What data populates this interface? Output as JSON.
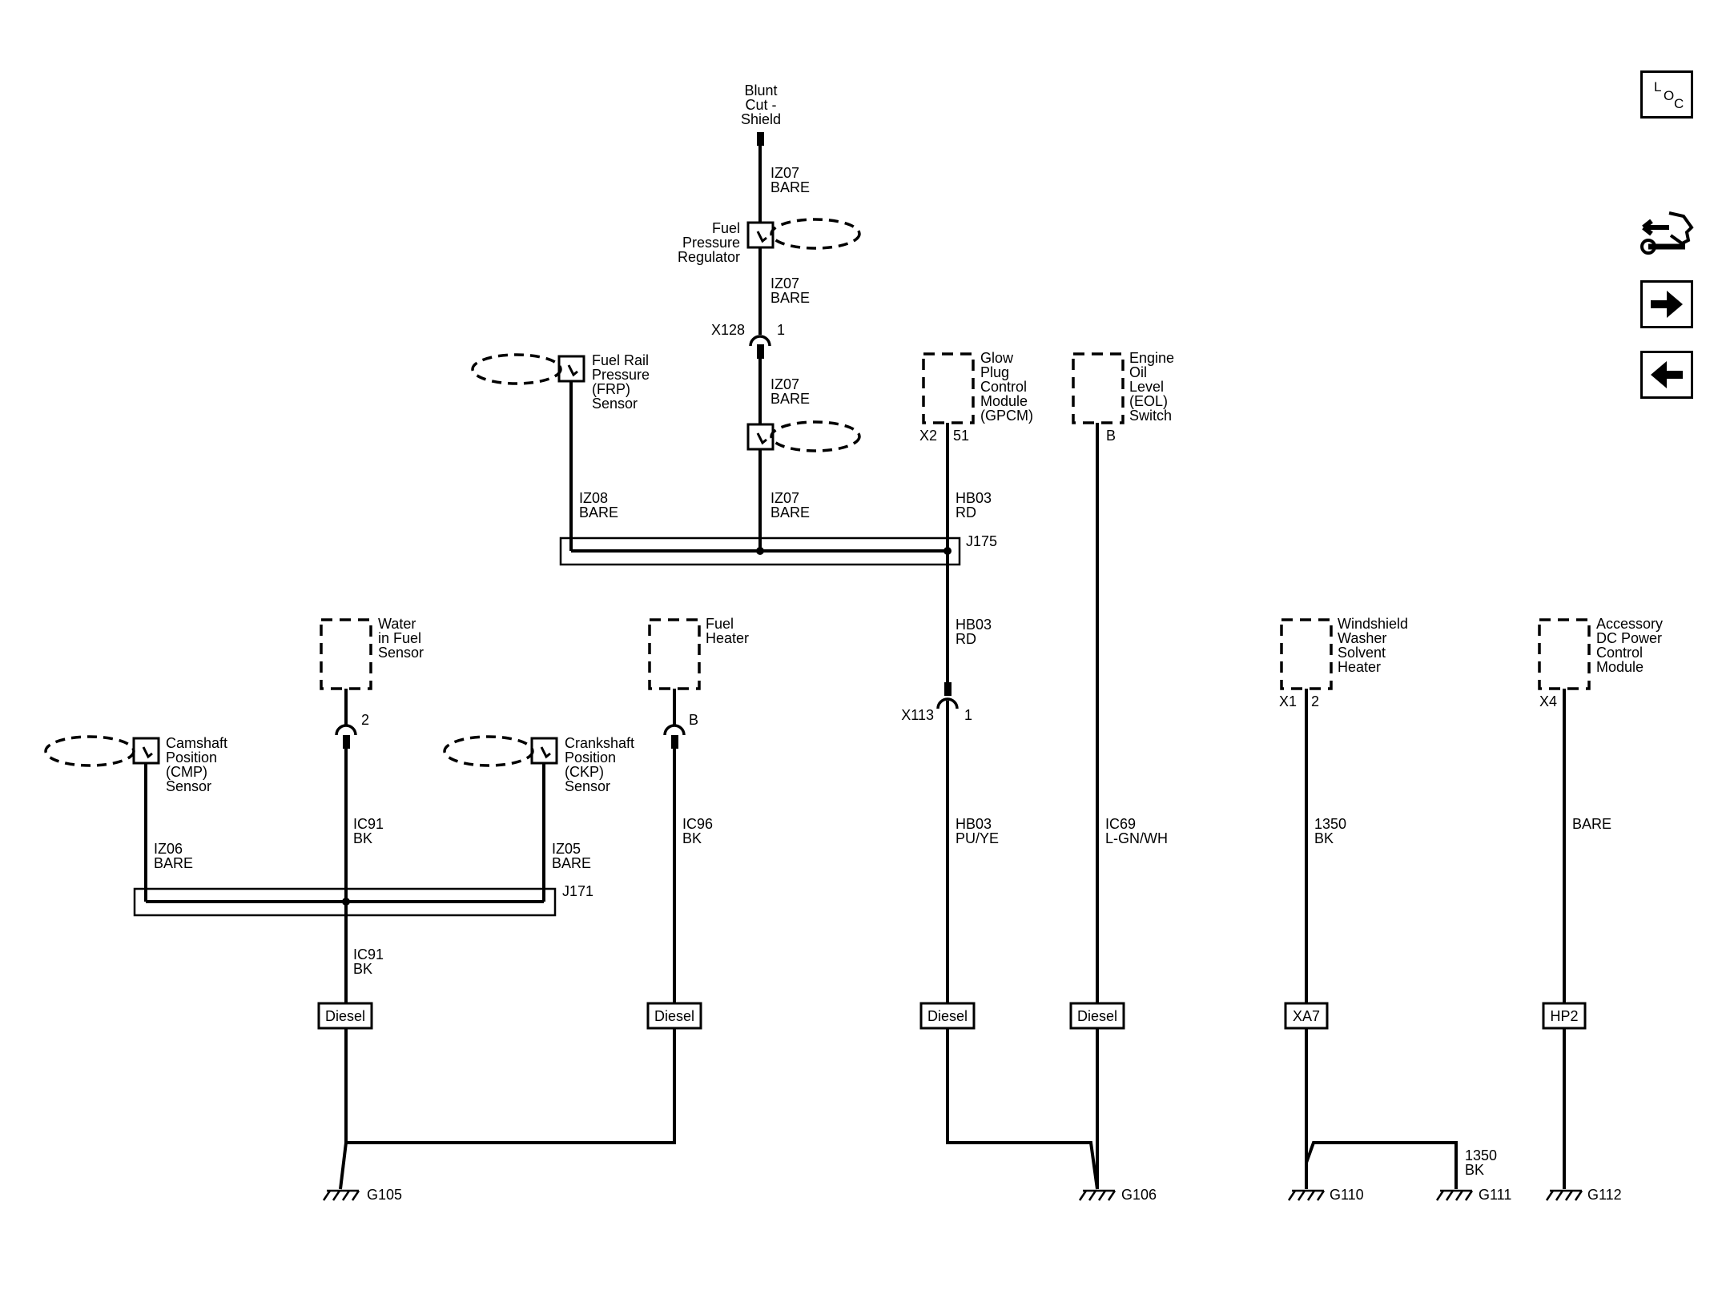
{
  "nav": {
    "location_letters": [
      "L",
      "O",
      "C"
    ],
    "icons": [
      "location-icon",
      "service-procedure-icon",
      "next-arrow-icon",
      "previous-arrow-icon"
    ]
  },
  "components": {
    "blunt_cut": [
      "Blunt",
      "Cut -",
      "Shield"
    ],
    "fuel_pressure_regulator": [
      "Fuel",
      "Pressure",
      "Regulator"
    ],
    "frp_sensor": [
      "Fuel Rail",
      "Pressure",
      "(FRP)",
      "Sensor"
    ],
    "gpcm": [
      "Glow",
      "Plug",
      "Control",
      "Module",
      "(GPCM)"
    ],
    "eol_switch": [
      "Engine",
      "Oil",
      "Level",
      "(EOL)",
      "Switch"
    ],
    "water_in_fuel": [
      "Water",
      "in Fuel",
      "Sensor"
    ],
    "fuel_heater": [
      "Fuel",
      "Heater"
    ],
    "cmp_sensor": [
      "Camshaft",
      "Position",
      "(CMP)",
      "Sensor"
    ],
    "ckp_sensor": [
      "Crankshaft",
      "Position",
      "(CKP)",
      "Sensor"
    ],
    "washer_heater": [
      "Windshield",
      "Washer",
      "Solvent",
      "Heater"
    ],
    "accessory_dc": [
      "Accessory",
      "DC Power",
      "Control",
      "Module"
    ]
  },
  "connectors": {
    "x128": "X128",
    "x128_pin": "1",
    "x113": "X113",
    "x113_pin": "1",
    "gpcm_conn": "X2",
    "gpcm_pin": "51",
    "eol_pin": "B",
    "wif_pin": "2",
    "heater_pin": "B",
    "washer_conn": "X1",
    "washer_pin": "2",
    "acc_conn": "X4"
  },
  "splices": {
    "j175": "J175",
    "j171": "J171"
  },
  "wires": {
    "iz07": [
      "IZ07",
      "BARE"
    ],
    "iz08": [
      "IZ08",
      "BARE"
    ],
    "hb03_rd": [
      "HB03",
      "RD"
    ],
    "hb03_puye": [
      "HB03",
      "PU/YE"
    ],
    "ic69": [
      "IC69",
      "L-GN/WH"
    ],
    "ic91": [
      "IC91",
      "BK"
    ],
    "ic96": [
      "IC96",
      "BK"
    ],
    "iz06": [
      "IZ06",
      "BARE"
    ],
    "iz05": [
      "IZ05",
      "BARE"
    ],
    "w1350": [
      "1350",
      "BK"
    ],
    "bare": "BARE"
  },
  "option_boxes": [
    "Diesel",
    "Diesel",
    "Diesel",
    "Diesel",
    "XA7",
    "HP2"
  ],
  "grounds": [
    "G105",
    "G106",
    "G110",
    "G111",
    "G112"
  ]
}
